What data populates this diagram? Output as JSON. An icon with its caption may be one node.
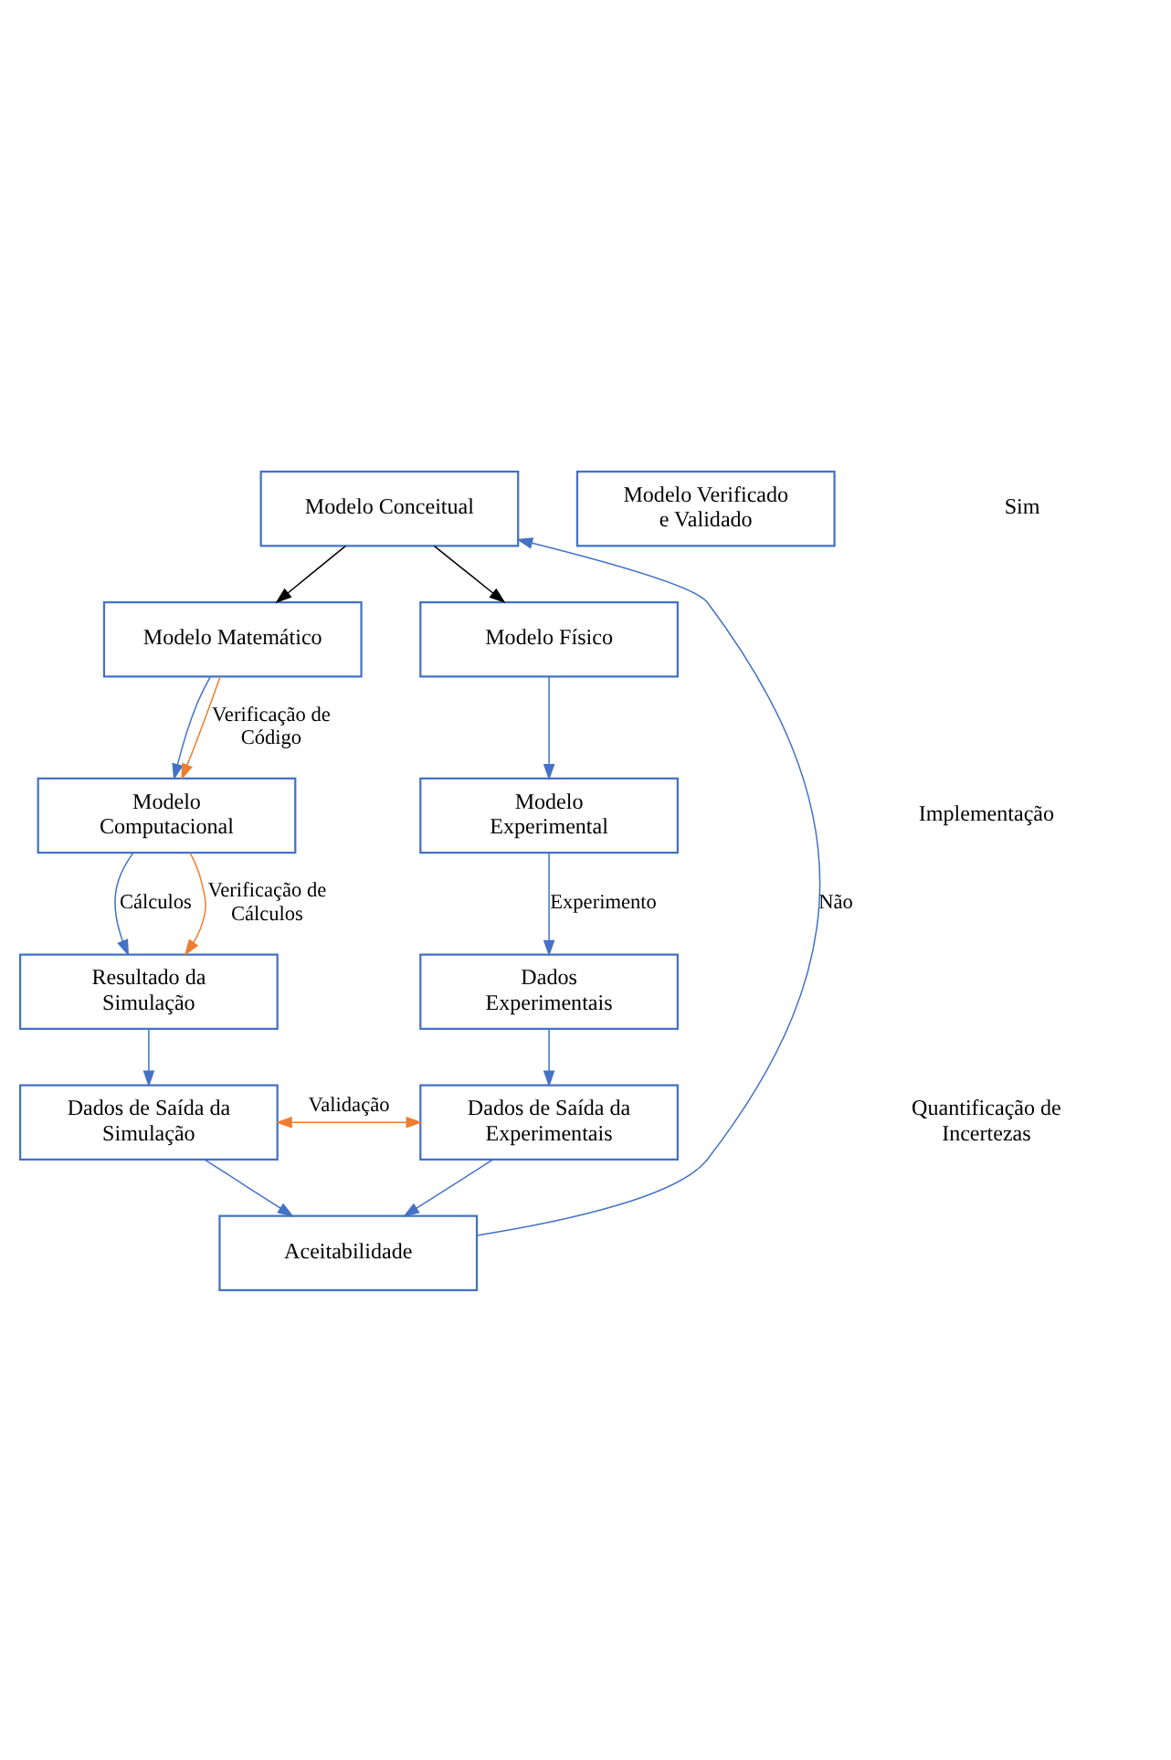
{
  "diagram": {
    "nodes": [
      {
        "text": [
          "Modelo Conceitual"
        ]
      },
      {
        "text": [
          "Modelo Matemático"
        ]
      },
      {
        "text": [
          "Modelo Físico"
        ]
      },
      {
        "text": [
          "Modelo Computacional"
        ]
      },
      {
        "text": [
          "Modelo Experimental"
        ]
      },
      {
        "text": [
          "Resultado da Simulação"
        ]
      },
      {
        "text": [
          "Dados Experimentais"
        ]
      },
      {
        "text": [
          "Dados de Saída da Simulação"
        ]
      },
      {
        "text": [
          "Dados de Saída da Experimentais"
        ]
      },
      {
        "text": [
          "Aceitabilidade"
        ]
      },
      {
        "text": [
          "Modelo Verificado e Validado"
        ]
      }
    ],
    "edges": [
      {
        "from": 0,
        "to": 1,
        "arrow": "to",
        "color": "#000000"
      },
      {
        "from": 0,
        "to": 2,
        "arrow": "to",
        "color": "#000000"
      },
      {
        "from": 1,
        "to": 3,
        "arrow": "to"
      },
      {
        "from": 1,
        "to": 3,
        "arrow": "to",
        "label": "Verificação de Código",
        "color": "#ed7d31"
      },
      {
        "from": 2,
        "to": 4,
        "arrow": "to"
      },
      {
        "from": 3,
        "to": 5,
        "arrow": "to",
        "label": "Cálculos"
      },
      {
        "from": 3,
        "to": 5,
        "arrow": "to",
        "label": "Verificação de Cálculos",
        "color": "#ed7d31"
      },
      {
        "from": 4,
        "to": 6,
        "arrow": "to",
        "label": "Experimento"
      },
      {
        "from": 5,
        "to": 7,
        "arrow": "to"
      },
      {
        "from": 6,
        "to": 8,
        "arrow": "to"
      },
      {
        "from": 7,
        "to": 8,
        "arrow": "both",
        "label": "Validação",
        "color": "#ed7d31"
      },
      {
        "from": 7,
        "to": 9,
        "arrow": "to"
      },
      {
        "from": 8,
        "to": 9,
        "arrow": "to"
      },
      {
        "from": 9,
        "to": 0,
        "arrow": "to",
        "label": "Não"
      }
    ],
    "labels": [
      "Implementação",
      "Quantificação de Incertezas",
      "Sim"
    ]
  }
}
